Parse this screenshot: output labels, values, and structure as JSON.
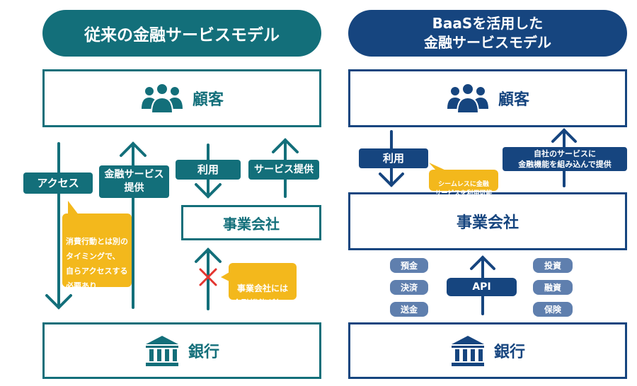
{
  "colors": {
    "teal": "#136f7a",
    "navy": "#16457f",
    "note": "#f3b81c",
    "cross": "#e3342f",
    "service": "#5f7fae"
  },
  "left": {
    "title": "従来の金融サービスモデル",
    "customer": "顧客",
    "access": "アクセス",
    "provide": "金融サービス\n提供",
    "use": "利用",
    "service_provide": "サービス提供",
    "company": "事業会社",
    "note_access": "消費行動とは別の\nタイミングで、\n自らアクセスする\n必要あり",
    "note_company": "事業会社には\n金融機能が無い",
    "bank": "銀行"
  },
  "right": {
    "title": "BaaSを活用した\n金融サービスモデル",
    "customer": "顧客",
    "use": "利用",
    "note_seamless": "シームレスに金融\nサービスを利用可能",
    "embed": "自社のサービスに\n金融機能を組み込んで提供",
    "company": "事業会社",
    "services_left": [
      "預金",
      "決済",
      "送金"
    ],
    "api": "API",
    "services_right": [
      "投資",
      "融資",
      "保険"
    ],
    "bank": "銀行"
  },
  "icons": {
    "people": "people-icon",
    "bank": "bank-icon",
    "cross": "cross-icon"
  }
}
